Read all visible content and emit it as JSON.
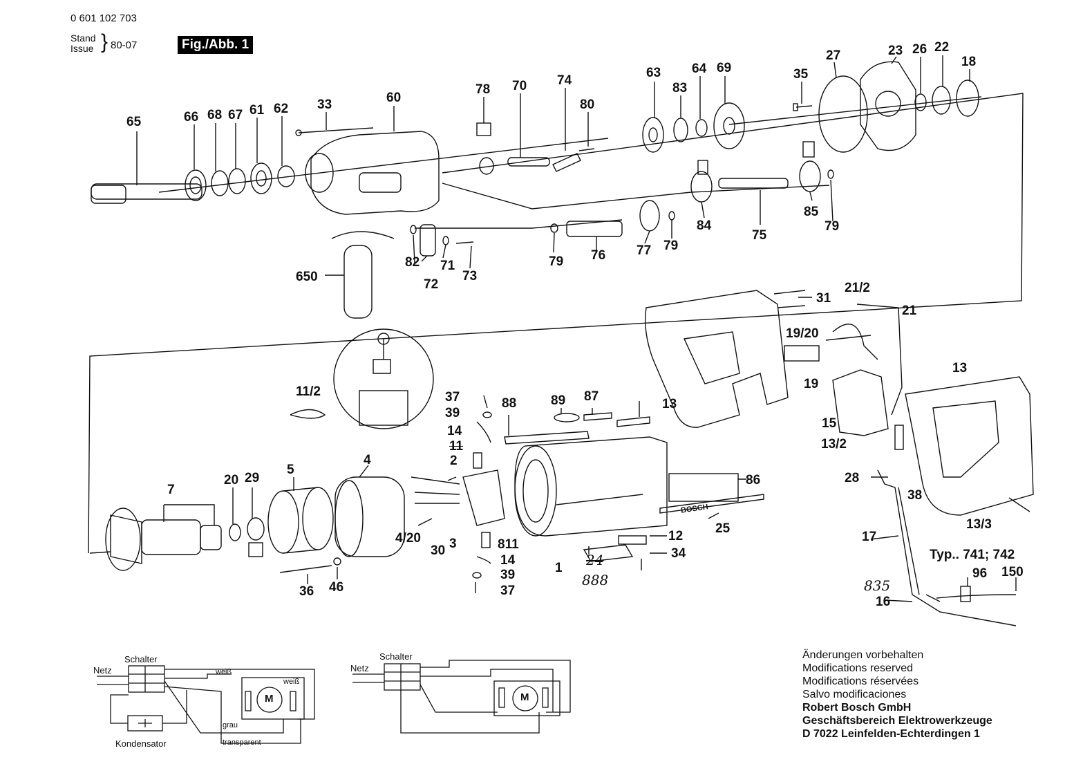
{
  "header": {
    "part_number": "0 601 102 703",
    "stand": "Stand",
    "issue": "Issue",
    "date": "80-07",
    "figure": "Fig./Abb. 1"
  },
  "callouts": {
    "p65": "65",
    "p66": "66",
    "p68": "68",
    "p67": "67",
    "p61": "61",
    "p62": "62",
    "p33": "33",
    "p60": "60",
    "p78": "78",
    "p70": "70",
    "p74": "74",
    "p80": "80",
    "p63": "63",
    "p83": "83",
    "p64": "64",
    "p69": "69",
    "p35": "35",
    "p27": "27",
    "p23": "23",
    "p26": "26",
    "p22": "22",
    "p18": "18",
    "p82": "82",
    "p71": "71",
    "p73": "73",
    "p72": "72",
    "p650": "650",
    "p79a": "79",
    "p76": "76",
    "p77": "77",
    "p79b": "79",
    "p84": "84",
    "p75": "75",
    "p85": "85",
    "p79c": "79",
    "p31": "31",
    "p21_2": "21/2",
    "p21": "21",
    "p19_20": "19/20",
    "p19": "19",
    "p13a": "13",
    "p13b": "13",
    "p15": "15",
    "p13_2": "13/2",
    "p28": "28",
    "p38": "38",
    "p13_3": "13/3",
    "p17": "17",
    "p16": "16",
    "p96": "96",
    "p150": "150",
    "p11_2": "11/2",
    "p37a": "37",
    "p39a": "39",
    "p14a": "14",
    "p11": "11",
    "p2": "2",
    "p88": "88",
    "p89": "89",
    "p87": "87",
    "p86": "86",
    "p25": "25",
    "p12": "12",
    "p34": "34",
    "p7": "7",
    "p20": "20",
    "p29": "29",
    "p5": "5",
    "p4": "4",
    "p4_20": "4/20",
    "p30": "30",
    "p3": "3",
    "p811": "811",
    "p14b": "14",
    "p39b": "39",
    "p37b": "37",
    "p1": "1",
    "p24": "24",
    "p36": "36",
    "p46": "46"
  },
  "typ": "Typ..  741; 742",
  "handwritten": {
    "h888": "888",
    "h835": "835"
  },
  "housing_brand": "BOSCH",
  "wiring": {
    "left": {
      "schalter": "Schalter",
      "netz": "Netz",
      "weiss1": "weiß",
      "weiss2": "weiß",
      "grau": "grau",
      "transparent": "transparent",
      "kondensator": "Kondensator",
      "motor": "M"
    },
    "right": {
      "schalter": "Schalter",
      "netz": "Netz",
      "motor": "M"
    }
  },
  "notes": {
    "line1": "Änderungen vorbehalten",
    "line2": "Modifications reserved",
    "line3": "Modifications réservées",
    "line4": "Salvo modificaciones",
    "company": "Robert Bosch GmbH",
    "division": "Geschäftsbereich Elektrowerkzeuge",
    "address": "D 7022 Leinfelden-Echterdingen 1"
  }
}
